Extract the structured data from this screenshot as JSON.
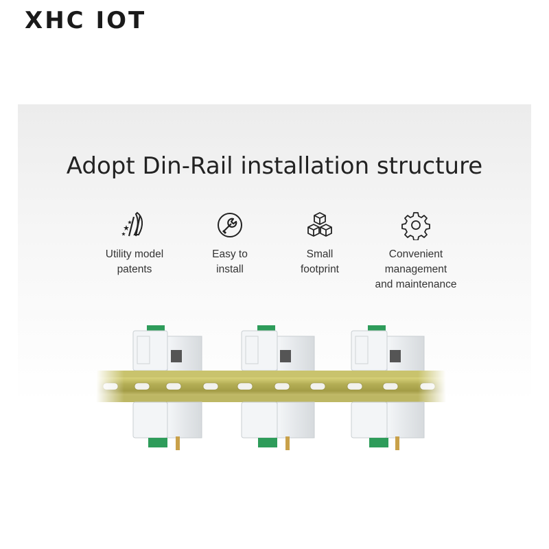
{
  "brand": "XHC IOT",
  "headline": "Adopt Din-Rail installation structure",
  "features": [
    {
      "icon": "patent-medal-icon",
      "label": "Utility model\npatents"
    },
    {
      "icon": "wrench-circle-icon",
      "label": "Easy to\ninstall"
    },
    {
      "icon": "stacked-cubes-icon",
      "label": "Small\nfootprint"
    },
    {
      "icon": "gear-icon",
      "label": "Convenient\nmanagement\nand maintenance"
    }
  ],
  "colors": {
    "text": "#222222",
    "rail": "#b7b25a",
    "module_green": "#2e9c5a",
    "module_white": "#e9ecef"
  }
}
